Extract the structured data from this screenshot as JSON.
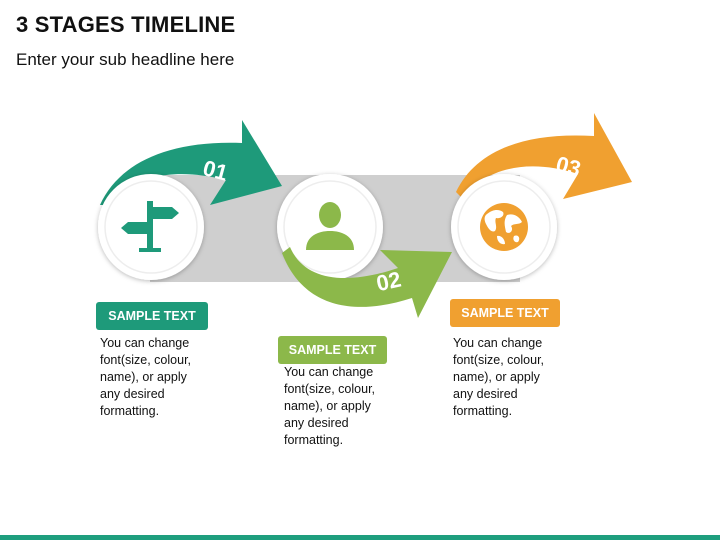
{
  "header": {
    "title": "3 STAGES TIMELINE",
    "subtitle": "Enter your sub headline here"
  },
  "colors": {
    "stage1": "#1e9a7a",
    "stage2": "#8cb84a",
    "stage3": "#f0a030",
    "band": "#cfcfcf",
    "footer": "#1e9e7e"
  },
  "stages": [
    {
      "number": "01",
      "icon": "signpost-icon",
      "label": "SAMPLE TEXT",
      "desc_lines": [
        "You can change",
        "font(size, colour,",
        "name), or apply",
        "any desired",
        "formatting."
      ]
    },
    {
      "number": "02",
      "icon": "person-icon",
      "label": "SAMPLE TEXT",
      "desc_lines": [
        "You can change",
        "font(size, colour,",
        "name), or apply",
        "any desired",
        "formatting."
      ]
    },
    {
      "number": "03",
      "icon": "globe-icon",
      "label": "SAMPLE TEXT",
      "desc_lines": [
        "You can change",
        "font(size, colour,",
        "name), or apply",
        "any desired",
        "formatting."
      ]
    }
  ]
}
